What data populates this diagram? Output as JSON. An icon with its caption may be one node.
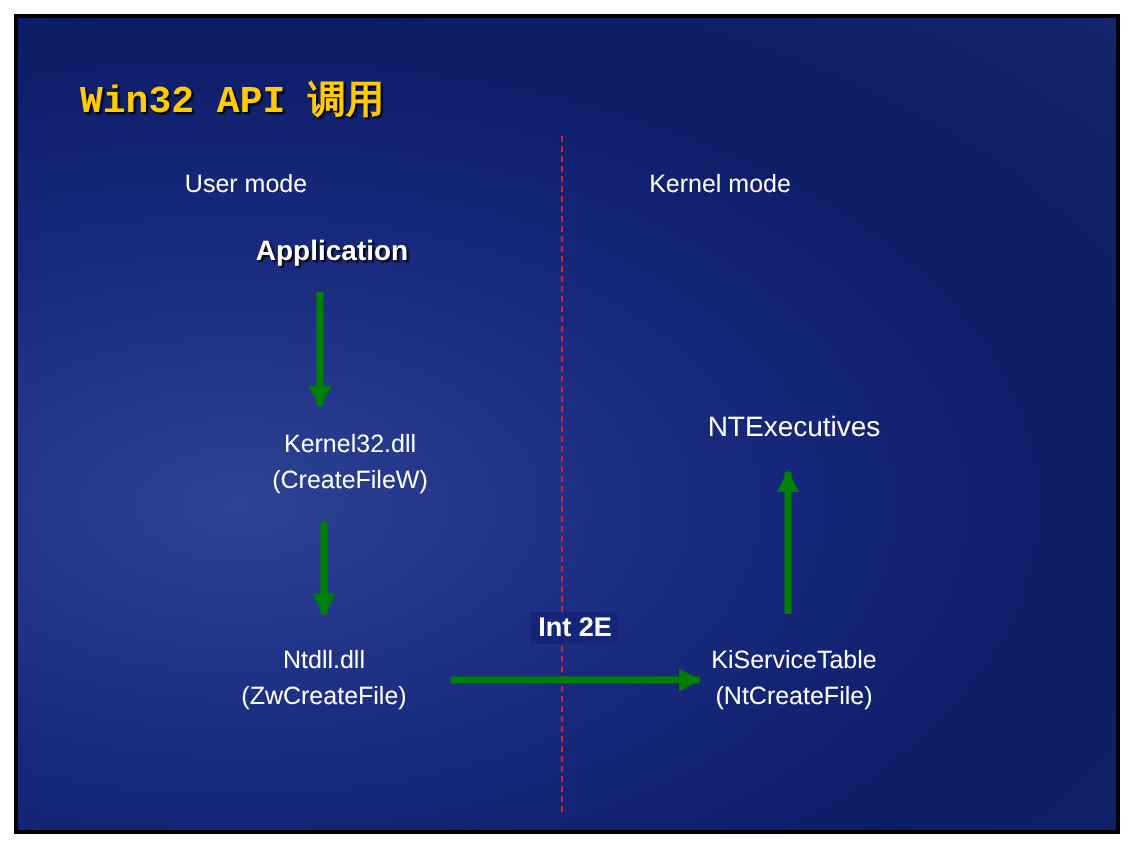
{
  "diagram": {
    "title": "Win32 API 调用",
    "nodes": [
      {
        "text": [
          "Application"
        ]
      },
      {
        "text": [
          "Kernel32.dll (CreateFileW)"
        ]
      },
      {
        "text": [
          "Ntdll.dll (ZwCreateFile)"
        ]
      },
      {
        "text": [
          "KiServiceTable (NtCreateFile)"
        ]
      },
      {
        "text": [
          "NTExecutives"
        ]
      }
    ],
    "edges": [
      {
        "from": 0,
        "to": 1,
        "arrow": "to"
      },
      {
        "from": 1,
        "to": 2,
        "arrow": "to"
      },
      {
        "from": 2,
        "to": 3,
        "arrow": "to",
        "label": "Int 2E"
      },
      {
        "from": 3,
        "to": 4,
        "arrow": "to"
      }
    ],
    "labels": [
      "User mode",
      "Kernel mode"
    ]
  }
}
